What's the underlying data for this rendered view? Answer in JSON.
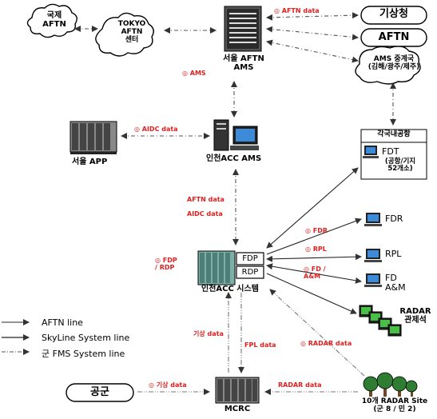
{
  "nodes": {
    "korea_aftn": [
      "국제",
      "AFTN"
    ],
    "tokyo_aftn": [
      "TOKYO",
      "AFTN",
      "센터"
    ],
    "seoul_aftn_ams": [
      "서울 AFTN",
      "AMS"
    ],
    "kma": "기상청",
    "aftn": "AFTN",
    "ams_relay": [
      "AMS 중계국",
      "(김해/광주/제주)"
    ],
    "seoul_app": "서울 APP",
    "incheon_acc_ams": "인천ACC AMS",
    "airports_header": "각국내공항",
    "fdt": "FDT",
    "fdt_sub": [
      "(공항/기지",
      "52개소)"
    ],
    "fdr": "FDR",
    "rpl": "RPL",
    "fd_am": [
      "FD",
      "A&M"
    ],
    "radar_control": [
      "RADAR",
      "관제석"
    ],
    "fdp": "FDP",
    "rdp": "RDP",
    "incheon_acc_system": "인천ACC 시스템",
    "air_force": "공군",
    "mcrc": "MCRC",
    "radar_site": [
      "10개 RADAR Site",
      "(군 8 / 민 2)"
    ]
  },
  "edge_labels": {
    "aftn_data_top": "◎ AFTN data",
    "ams": "◎ AMS",
    "aidc_data": "◎ AIDC data",
    "aftn_data_mid": "AFTN data",
    "aidc_data_mid": "AIDC data",
    "fdp_rdp": [
      "◎ FDP",
      "/ RDP"
    ],
    "fdr": "◎ FDR",
    "rpl": "◎ RPL",
    "fd_am": [
      "◎ FD /",
      "A&M"
    ],
    "weather_data": "기상 data",
    "fpl_data": "FPL data",
    "radar_data_mid": "◎ RADAR data",
    "weather_data_bottom": "◎ 기상 data",
    "radar_data_bottom": "RADAR data"
  },
  "legend": [
    {
      "label": "AFTN line"
    },
    {
      "label": "SkyLine System line"
    },
    {
      "label": "군 FMS System line"
    }
  ]
}
